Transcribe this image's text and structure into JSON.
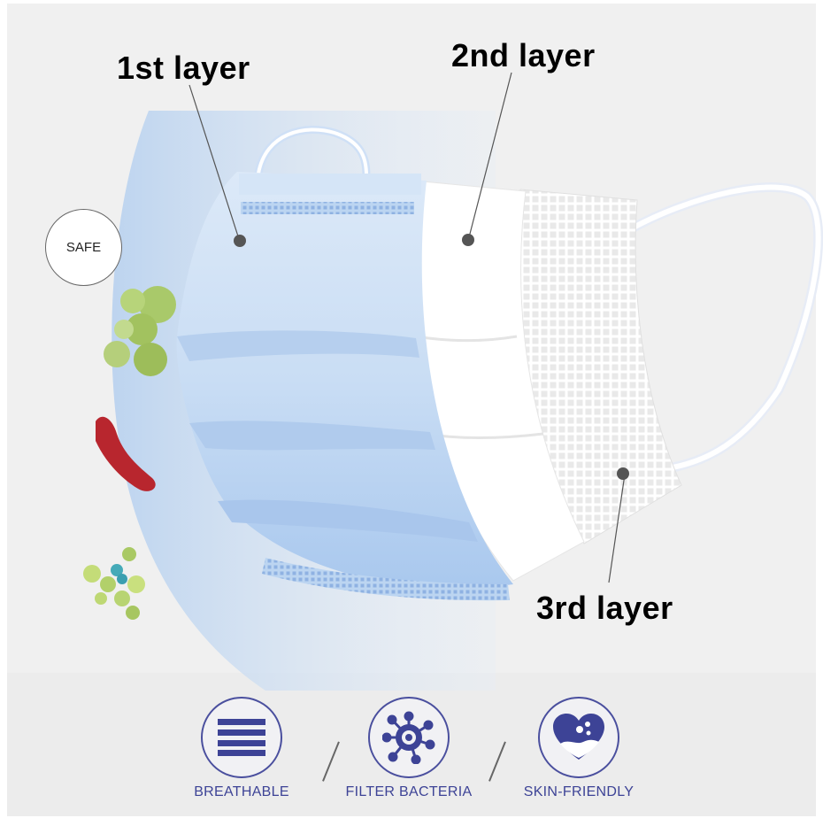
{
  "labels": {
    "layer1": "1st layer",
    "layer2": "2nd layer",
    "layer3": "3rd layer"
  },
  "badge": "SAFE",
  "features": [
    {
      "label": "BREATHABLE",
      "icon": "horizontal-lines-icon"
    },
    {
      "label": "FILTER BACTERIA",
      "icon": "virus-icon"
    },
    {
      "label": "SKIN-FRIENDLY",
      "icon": "heart-icon"
    }
  ],
  "colors": {
    "mask_blue": "#bcd6f2",
    "accent": "#3d4396",
    "background": "#f1f1f1"
  }
}
